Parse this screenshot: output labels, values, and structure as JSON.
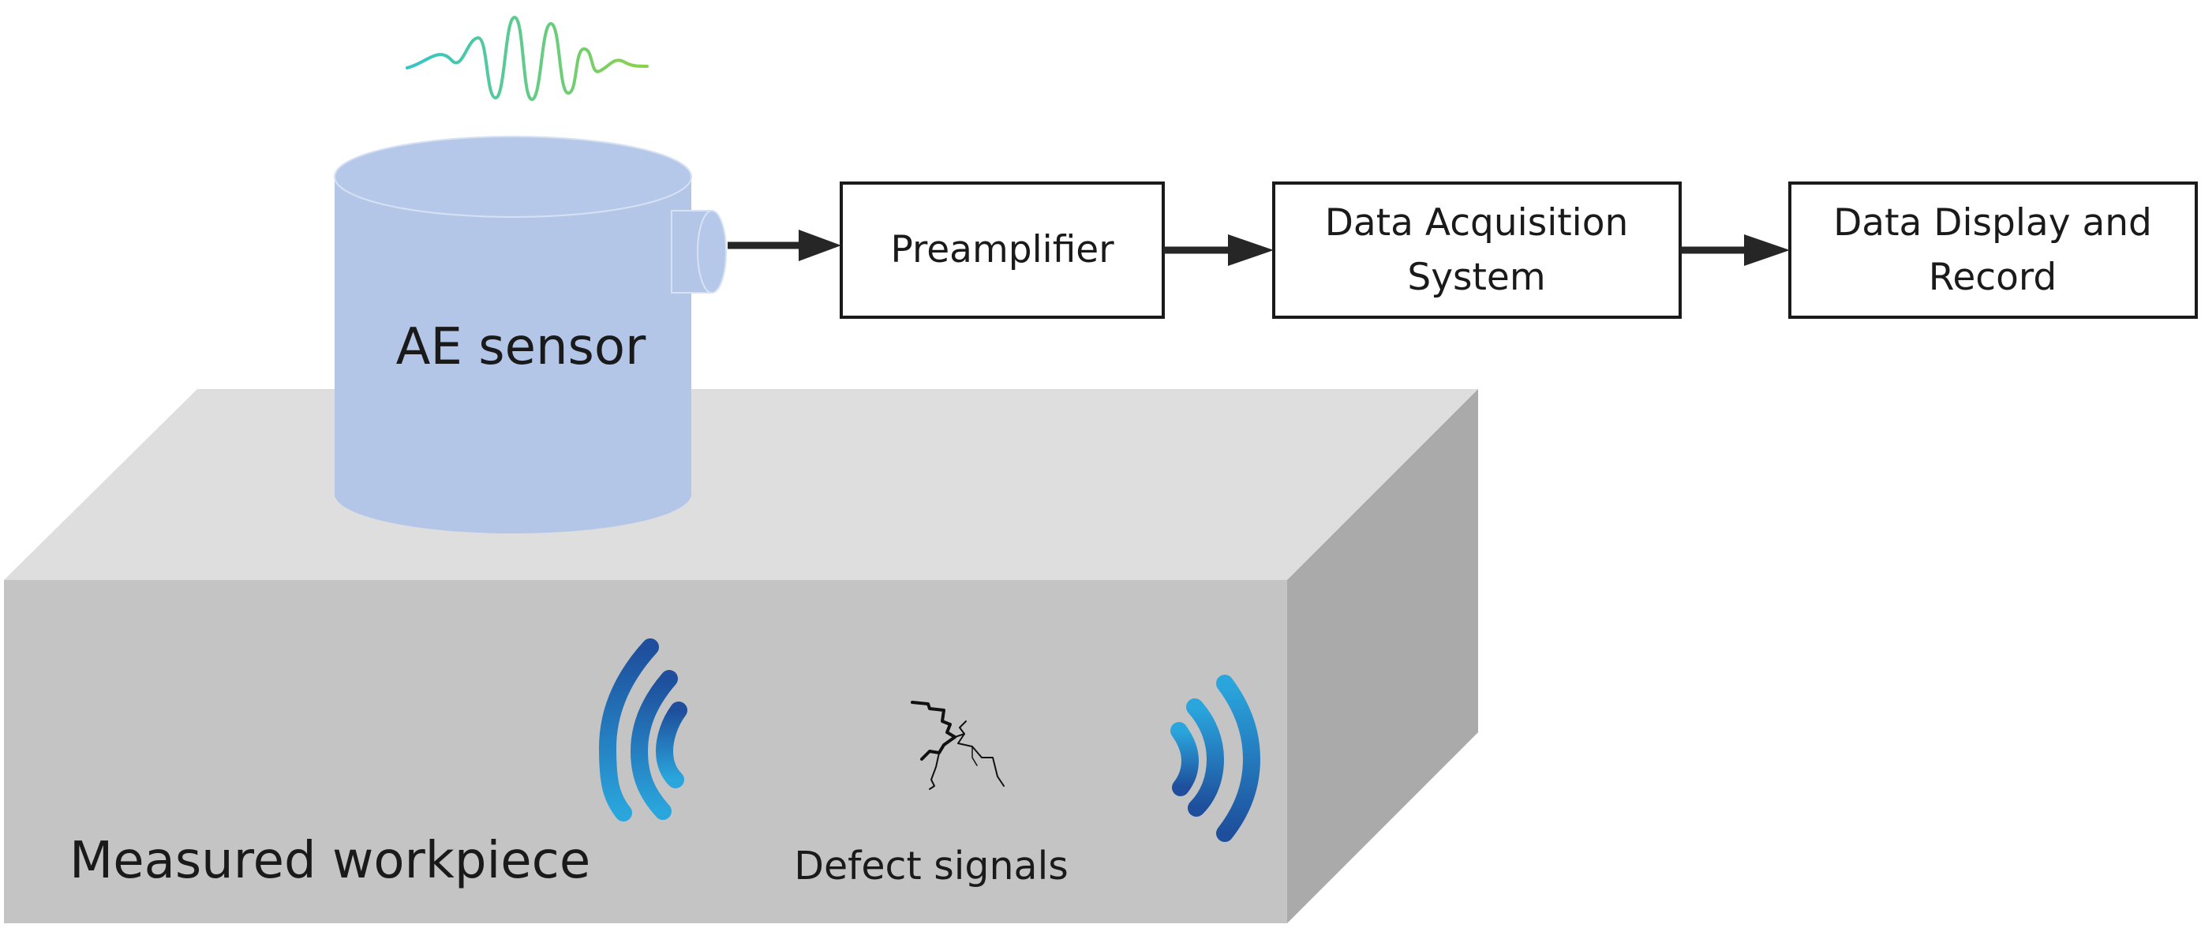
{
  "diagram": {
    "sensor_label": "AE sensor",
    "workpiece_label": "Measured workpiece",
    "defect_label": "Defect signals",
    "boxes": [
      {
        "id": "preamplifier",
        "lines": [
          "Preamplifier"
        ]
      },
      {
        "id": "daq",
        "lines": [
          "Data Acquisition",
          "System"
        ]
      },
      {
        "id": "display",
        "lines": [
          "Data Display and",
          "Record"
        ]
      }
    ]
  },
  "colors": {
    "sensor_body": "#b4c6e8",
    "sensor_top": "#b6c8ea",
    "workpiece_top": "#dedede",
    "workpiece_front": "#c4c4c4",
    "workpiece_side": "#aaaaaa",
    "arrow": "#262626",
    "wave_dark": "#1e4e9c",
    "wave_light": "#2aa6dd",
    "signal_start": "#35c4c9",
    "signal_end": "#8cd24a"
  },
  "icons": {
    "signal": "waveform-icon",
    "emission_left": "wave-left-icon",
    "emission_right": "wave-right-icon",
    "defect": "crack-icon"
  }
}
